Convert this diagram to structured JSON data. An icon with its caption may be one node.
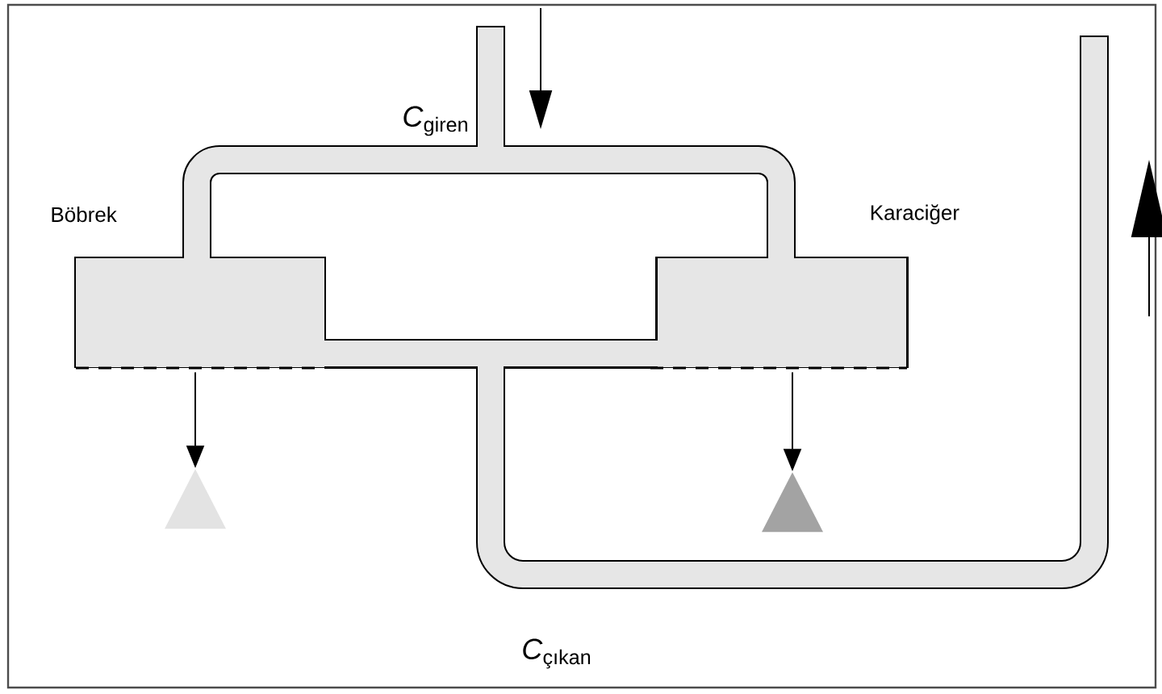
{
  "diagram": {
    "nodes": [
      {
        "text": [
          "Böbrek"
        ]
      },
      {
        "text": [
          "Karaciğer"
        ]
      },
      {
        "text": [],
        "shape": "triangle"
      },
      {
        "text": [],
        "shape": "triangle"
      }
    ],
    "edges": [
      {
        "from": 0,
        "to": 2,
        "arrow": "to"
      },
      {
        "from": 1,
        "to": 3,
        "arrow": "to"
      }
    ],
    "labels": [
      "*C*$_{giren}$",
      "*C*$_{çıkan}$"
    ]
  }
}
